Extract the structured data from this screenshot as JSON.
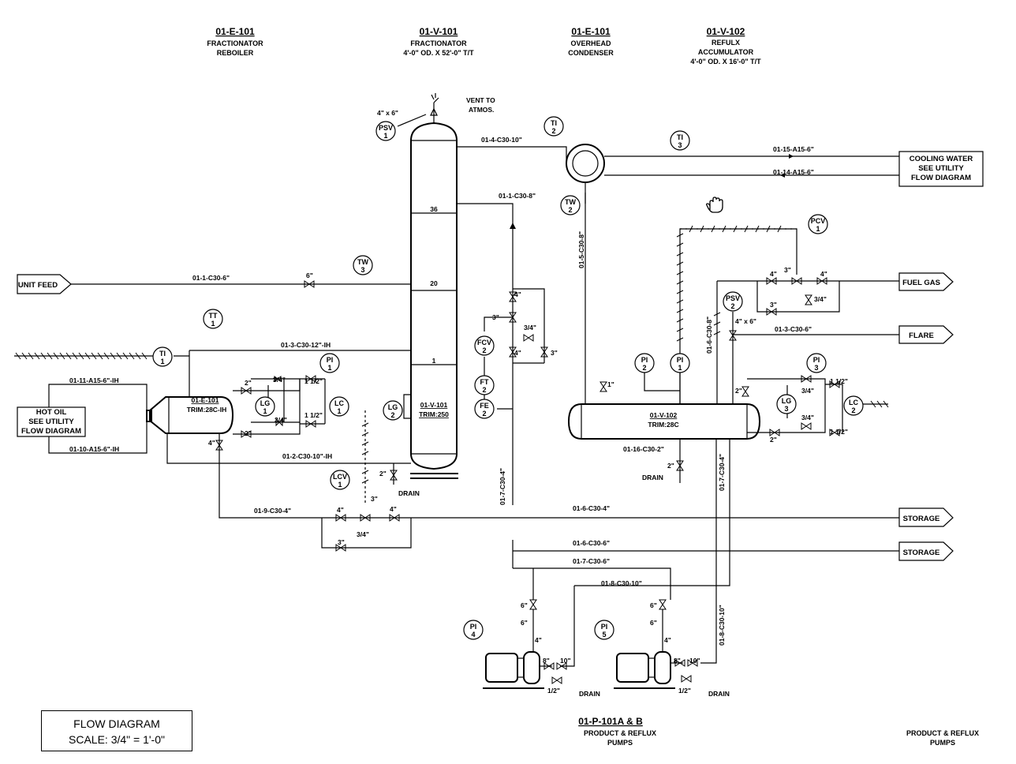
{
  "headers": [
    {
      "tag": "01-E-101",
      "desc": [
        "FRACTIONATOR",
        "REBOILER"
      ]
    },
    {
      "tag": "01-V-101",
      "desc": [
        "FRACTIONATOR",
        "4'-0\" OD. X 52'-0\" T/T"
      ]
    },
    {
      "tag": "01-E-101",
      "desc": [
        "OVERHEAD",
        "CONDENSER"
      ]
    },
    {
      "tag": "01-V-102",
      "desc": [
        "REFULX",
        "ACCUMULATOR",
        "4'-0\" OD. X 16'-0\" T/T"
      ]
    }
  ],
  "pump_header": {
    "tag": "01-P-101A & B",
    "desc": [
      "PRODUCT & REFLUX",
      "PUMPS"
    ]
  },
  "corner_note": [
    "PRODUCT & REFLUX",
    "PUMPS"
  ],
  "title_block": {
    "title": "FLOW DIAGRAM",
    "scale": "SCALE: 3/4\" = 1'-0\""
  },
  "vent": {
    "text": [
      "VENT TO",
      "ATMOS."
    ],
    "size": "4\" x 6\""
  },
  "tags": {
    "unit_feed": "UNIT FEED",
    "hot_oil": [
      "HOT OIL",
      "SEE UTILITY",
      "FLOW DIAGRAM"
    ],
    "cooling_water": [
      "COOLING WATER",
      "SEE UTILITY",
      "FLOW DIAGRAM"
    ],
    "fuel_gas": "FUEL GAS",
    "flare": "FLARE",
    "storage1": "STORAGE",
    "storage2": "STORAGE",
    "drain": "DRAIN"
  },
  "instruments": [
    {
      "id": "psv1",
      "a": "PSV",
      "b": "1"
    },
    {
      "id": "ti2",
      "a": "TI",
      "b": "2"
    },
    {
      "id": "ti3",
      "a": "TI",
      "b": "3"
    },
    {
      "id": "tw2",
      "a": "TW",
      "b": "2"
    },
    {
      "id": "tw3",
      "a": "TW",
      "b": "3"
    },
    {
      "id": "tt1",
      "a": "TT",
      "b": "1"
    },
    {
      "id": "ti1",
      "a": "TI",
      "b": "1"
    },
    {
      "id": "pi1",
      "a": "PI",
      "b": "1"
    },
    {
      "id": "lg1",
      "a": "LG",
      "b": "1"
    },
    {
      "id": "lc1",
      "a": "LC",
      "b": "1"
    },
    {
      "id": "lg2",
      "a": "LG",
      "b": "2"
    },
    {
      "id": "fcv2",
      "a": "FCV",
      "b": "2"
    },
    {
      "id": "ft2",
      "a": "FT",
      "b": "2"
    },
    {
      "id": "fe2",
      "a": "FE",
      "b": "2"
    },
    {
      "id": "lcv1",
      "a": "LCV",
      "b": "1"
    },
    {
      "id": "pcv1",
      "a": "PCV",
      "b": "1"
    },
    {
      "id": "psv2",
      "a": "PSV",
      "b": "2"
    },
    {
      "id": "pi2",
      "a": "PI",
      "b": "2"
    },
    {
      "id": "pi1b",
      "a": "PI",
      "b": "1"
    },
    {
      "id": "pi3",
      "a": "PI",
      "b": "3"
    },
    {
      "id": "lg3",
      "a": "LG",
      "b": "3"
    },
    {
      "id": "lc2",
      "a": "LC",
      "b": "2"
    },
    {
      "id": "pi4",
      "a": "PI",
      "b": "4"
    },
    {
      "id": "pi5",
      "a": "PI",
      "b": "5"
    }
  ],
  "equipment_labels": {
    "reboiler": [
      "01-E-101",
      "TRIM:28C-IH"
    ],
    "column": [
      "01-V-101",
      "TRIM:250"
    ],
    "accumulator": [
      "01-V-102",
      "TRIM:28C"
    ]
  },
  "trays": [
    "36",
    "20",
    "1"
  ],
  "lines": {
    "l_01_4": "01-4-C30-10\"",
    "l_01_15": "01-15-A15-6\"",
    "l_01_14": "01-14-A15-6\"",
    "l_01_1_top": "01-1-C30-8\"",
    "l_01_1": "01-1-C30-6\"",
    "l_01_5": "01-5-C30-8\"",
    "l_01_3_12": "01-3-C30-12\"-IH",
    "l_01_11": "01-11-A15-6\"-IH",
    "l_01_10": "01-10-A15-6\"-IH",
    "l_01_2": "01-2-C30-10\"-IH",
    "l_01_9": "01-9-C30-4\"",
    "l_01_6_4": "01-6-C30-4\"",
    "l_01_6_6": "01-6-C30-6\"",
    "l_01_7_6": "01-7-C30-6\"",
    "l_01_8_10": "01-8-C30-10\"",
    "l_01_7_4": "01-7-C30-4\"",
    "l_01_3_6": "01-3-C30-6\"",
    "l_01_16": "01-16-C30-2\"",
    "l_01_8_v": "01-8-C30-10\"",
    "l_01_7_v": "01-7-C30-4\"",
    "l_01_5_v": "01-5-C30-8\"",
    "l_01_6_v": "01-6-C30-8\""
  },
  "sizes": {
    "s6": "6\"",
    "s2": "2\"",
    "s34": "3/4\"",
    "s112": "1 1/2\"",
    "s4": "4\"",
    "s3": "3\"",
    "s1": "1\"",
    "s10": "10\"",
    "s8": "8\"",
    "s12": "1/2\"",
    "s4x6": "4\" x 6\""
  }
}
